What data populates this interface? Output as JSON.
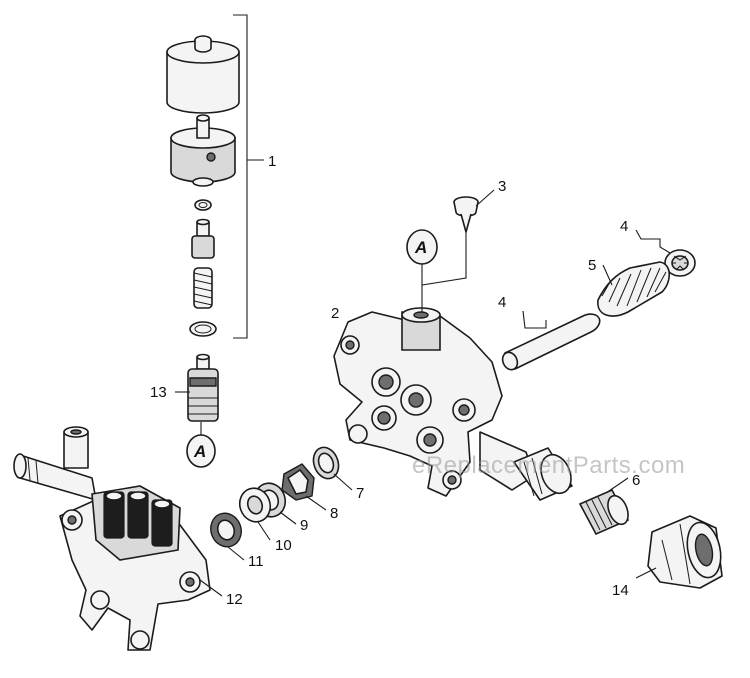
{
  "diagram": {
    "callouts": [
      "1",
      "2",
      "3",
      "4",
      "4",
      "5",
      "6",
      "7",
      "8",
      "9",
      "10",
      "11",
      "12",
      "13",
      "14"
    ],
    "reference_mark": "A",
    "watermark": "eReplacementParts.com"
  },
  "colors": {
    "outline": "#1b1b1b",
    "part_fill": "#f4f4f4",
    "shade": "#d9d9d9",
    "background": "#ffffff"
  }
}
